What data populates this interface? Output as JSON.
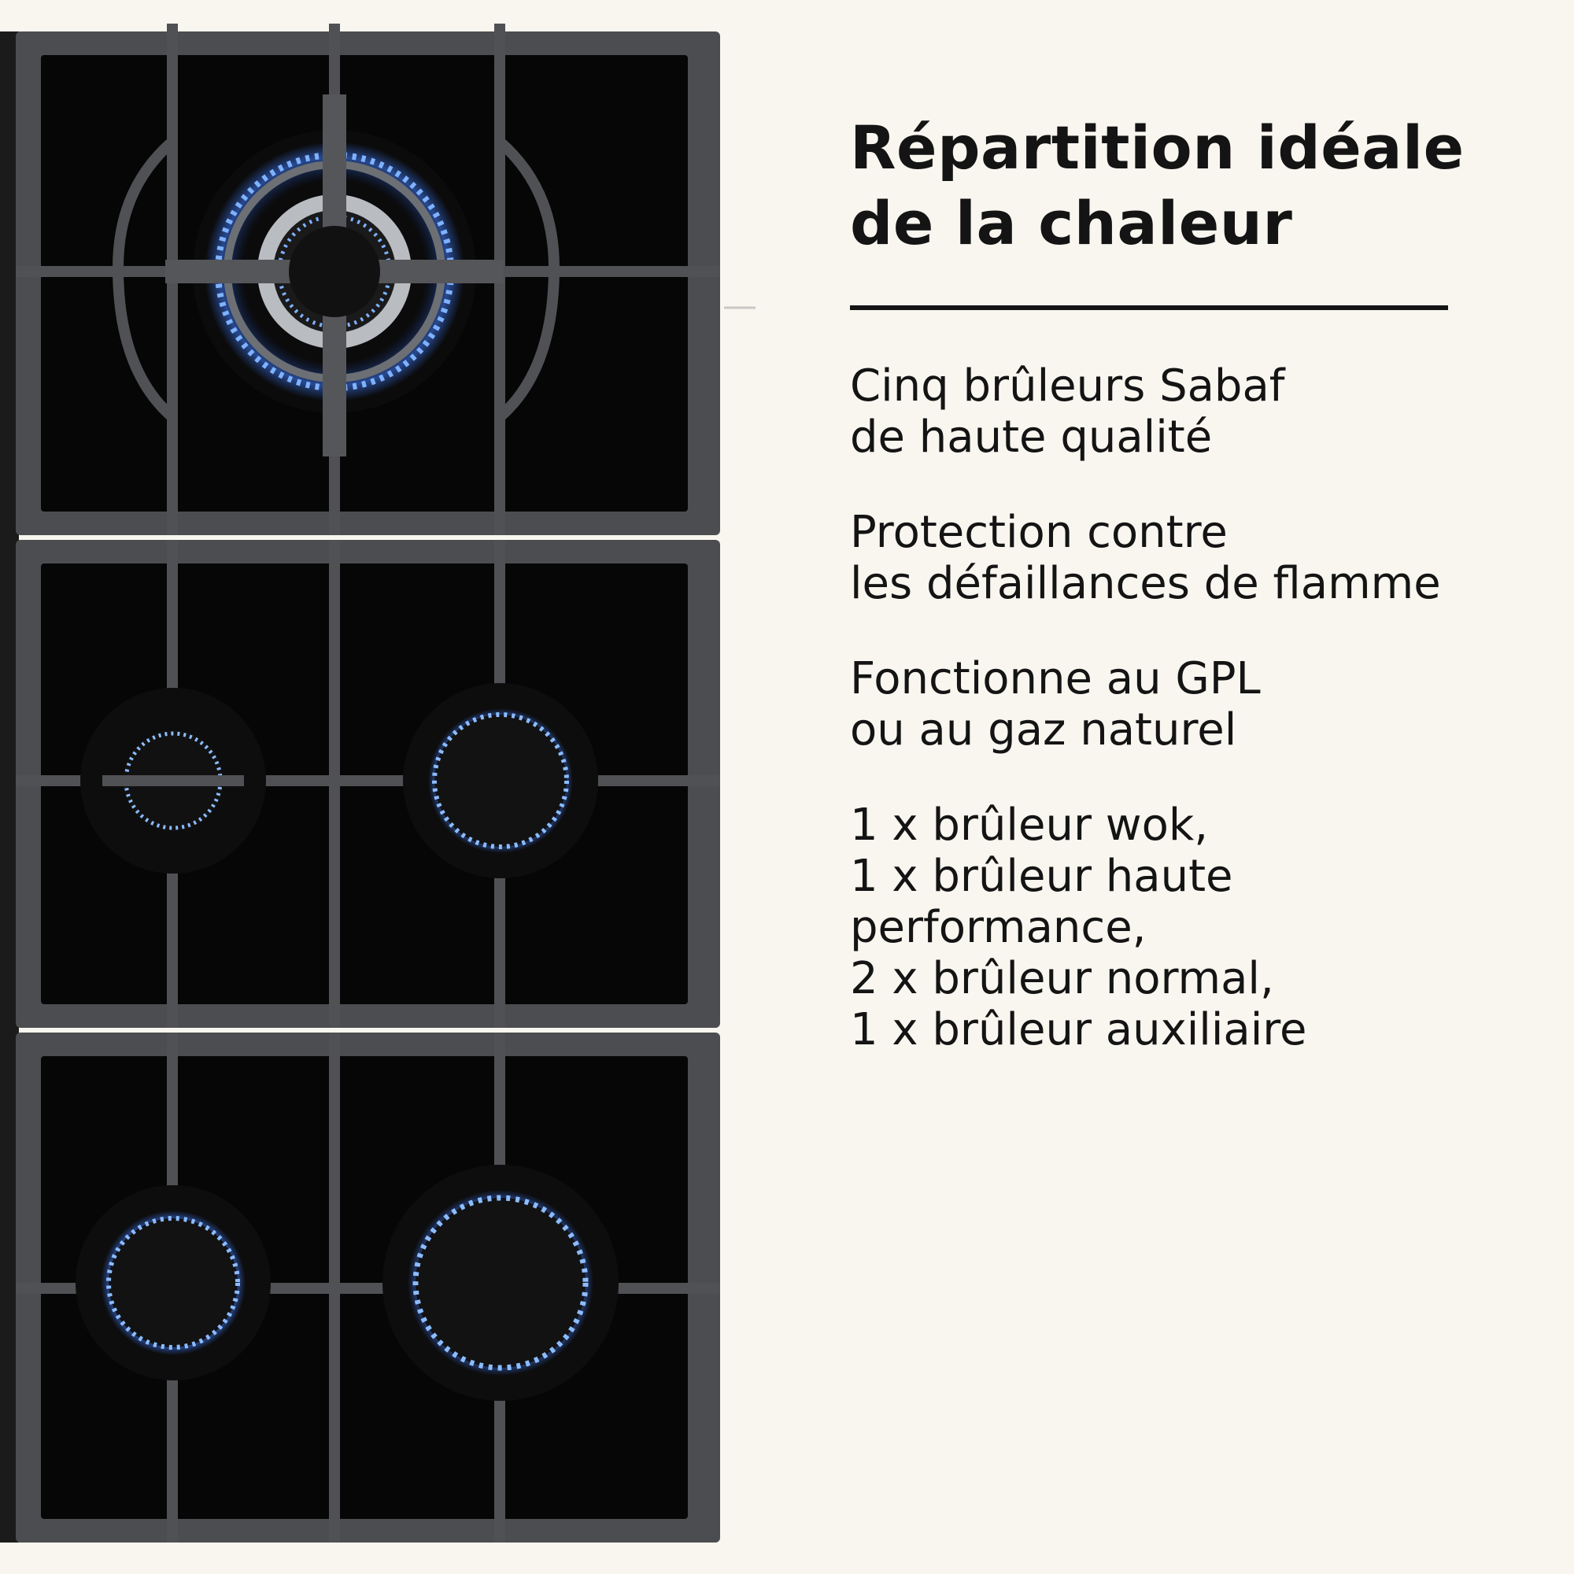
{
  "product_image": {
    "description_icon": "gas-hob-icon",
    "burner_count": 5
  },
  "heading": {
    "line1": "Répartition idéale",
    "line2": "de la chaleur"
  },
  "features": [
    {
      "lines": [
        "Cinq brûleurs Sabaf",
        "de haute qualité"
      ]
    },
    {
      "lines": [
        "Protection contre",
        "les défaillances de flamme"
      ]
    },
    {
      "lines": [
        "Fonctionne au GPL",
        "ou au gaz naturel"
      ]
    },
    {
      "lines": [
        "1 x brûleur wok,",
        "1 x brûleur haute",
        "performance,",
        "2 x brûleur normal,",
        "1 x brûleur auxiliaire"
      ]
    }
  ],
  "colors": {
    "background": "#f8f6ef",
    "text": "#141414",
    "glass": "#050505",
    "grate": "#4a4b4d",
    "flame": "#5a9cff"
  }
}
